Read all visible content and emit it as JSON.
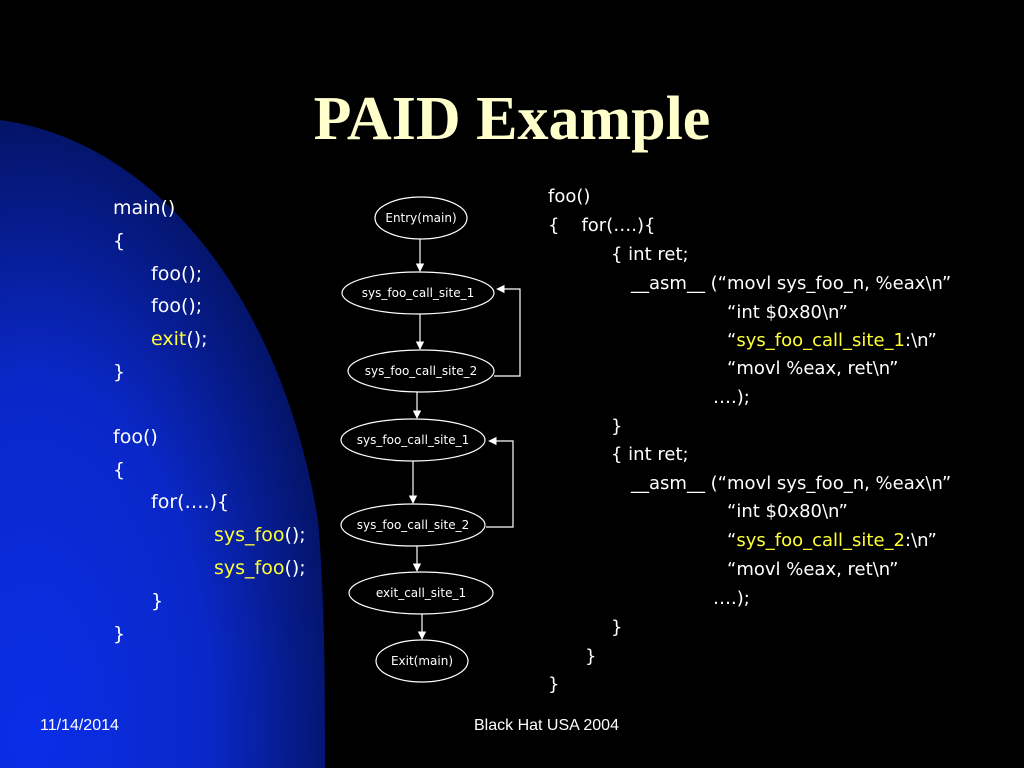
{
  "slide": {
    "title": "PAID Example",
    "footer_date": "11/14/2014",
    "footer_center": "Black Hat USA 2004"
  },
  "colors": {
    "background": "#000000",
    "gradient_blue": "#0a2ee0",
    "title": "#ffffcc",
    "highlight": "#ffff33",
    "text": "#ffffff"
  },
  "left_code": {
    "lines": [
      {
        "parts": [
          "main()"
        ]
      },
      {
        "parts": [
          "{"
        ]
      },
      {
        "parts": [
          "foo();"
        ]
      },
      {
        "parts": [
          "foo();"
        ]
      },
      {
        "parts": [
          "exit",
          "();"
        ]
      },
      {
        "parts": [
          "}"
        ]
      },
      {
        "parts": [
          "foo()"
        ]
      },
      {
        "parts": [
          "{"
        ]
      },
      {
        "parts": [
          "for(….){"
        ]
      },
      {
        "parts": [
          "sys_foo",
          "();"
        ]
      },
      {
        "parts": [
          "sys_foo",
          "();"
        ]
      },
      {
        "parts": [
          "}"
        ]
      },
      {
        "parts": [
          "}"
        ]
      }
    ]
  },
  "right_code": {
    "lines": [
      {
        "parts": [
          "foo()"
        ]
      },
      {
        "parts": [
          "{",
          "for(….){"
        ]
      },
      {
        "parts": [
          "{ int ret;"
        ]
      },
      {
        "parts": [
          "__asm__ (“movl sys_foo_n, %eax\\n”"
        ]
      },
      {
        "parts": [
          "“int $0x80\\n”"
        ]
      },
      {
        "parts": [
          "“",
          "sys_foo_call_site_1",
          ":\\n”"
        ]
      },
      {
        "parts": [
          "“movl %eax, ret\\n”"
        ]
      },
      {
        "parts": [
          "….);"
        ]
      },
      {
        "parts": [
          "}"
        ]
      },
      {
        "parts": [
          "{ int ret;"
        ]
      },
      {
        "parts": [
          "__asm__ (“movl sys_foo_n, %eax\\n”"
        ]
      },
      {
        "parts": [
          "“int $0x80\\n”"
        ]
      },
      {
        "parts": [
          "“",
          "sys_foo_call_site_2",
          ":\\n”"
        ]
      },
      {
        "parts": [
          "“movl %eax, ret\\n”"
        ]
      },
      {
        "parts": [
          "….);"
        ]
      },
      {
        "parts": [
          "}"
        ]
      },
      {
        "parts": [
          "}"
        ]
      },
      {
        "parts": [
          "}"
        ]
      }
    ]
  },
  "diagram": {
    "nodes": [
      "Entry(main)",
      "sys_foo_call_site_1",
      "sys_foo_call_site_2",
      "sys_foo_call_site_1",
      "sys_foo_call_site_2",
      "exit_call_site_1",
      "Exit(main)"
    ]
  }
}
